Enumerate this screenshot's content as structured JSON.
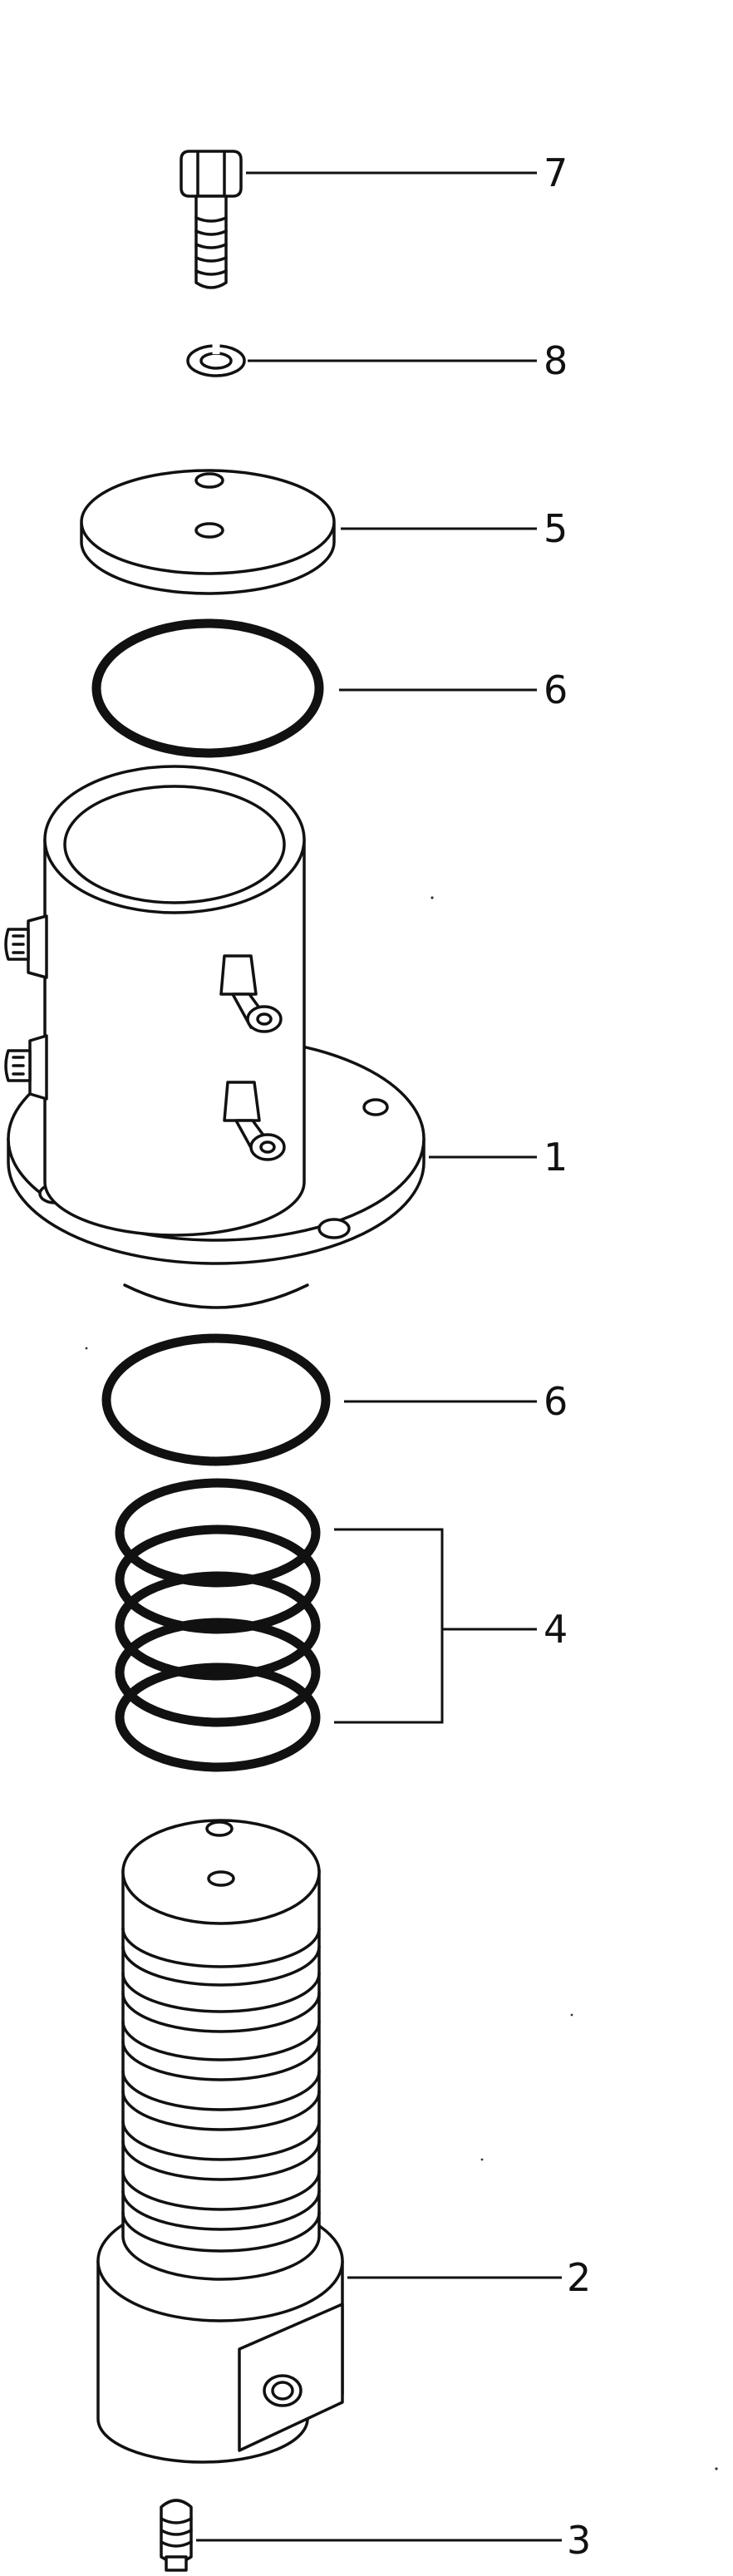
{
  "callouts": [
    {
      "part": "bolt",
      "number": "7"
    },
    {
      "part": "snap-ring",
      "number": "8"
    },
    {
      "part": "cover",
      "number": "5"
    },
    {
      "part": "o-ring-upper",
      "number": "6"
    },
    {
      "part": "housing",
      "number": "1"
    },
    {
      "part": "o-ring-lower",
      "number": "6"
    },
    {
      "part": "seal-rings",
      "number": "4"
    },
    {
      "part": "shaft",
      "number": "2"
    },
    {
      "part": "plug",
      "number": "3"
    }
  ],
  "colors": {
    "ink": "#111111",
    "paper": "#ffffff"
  }
}
